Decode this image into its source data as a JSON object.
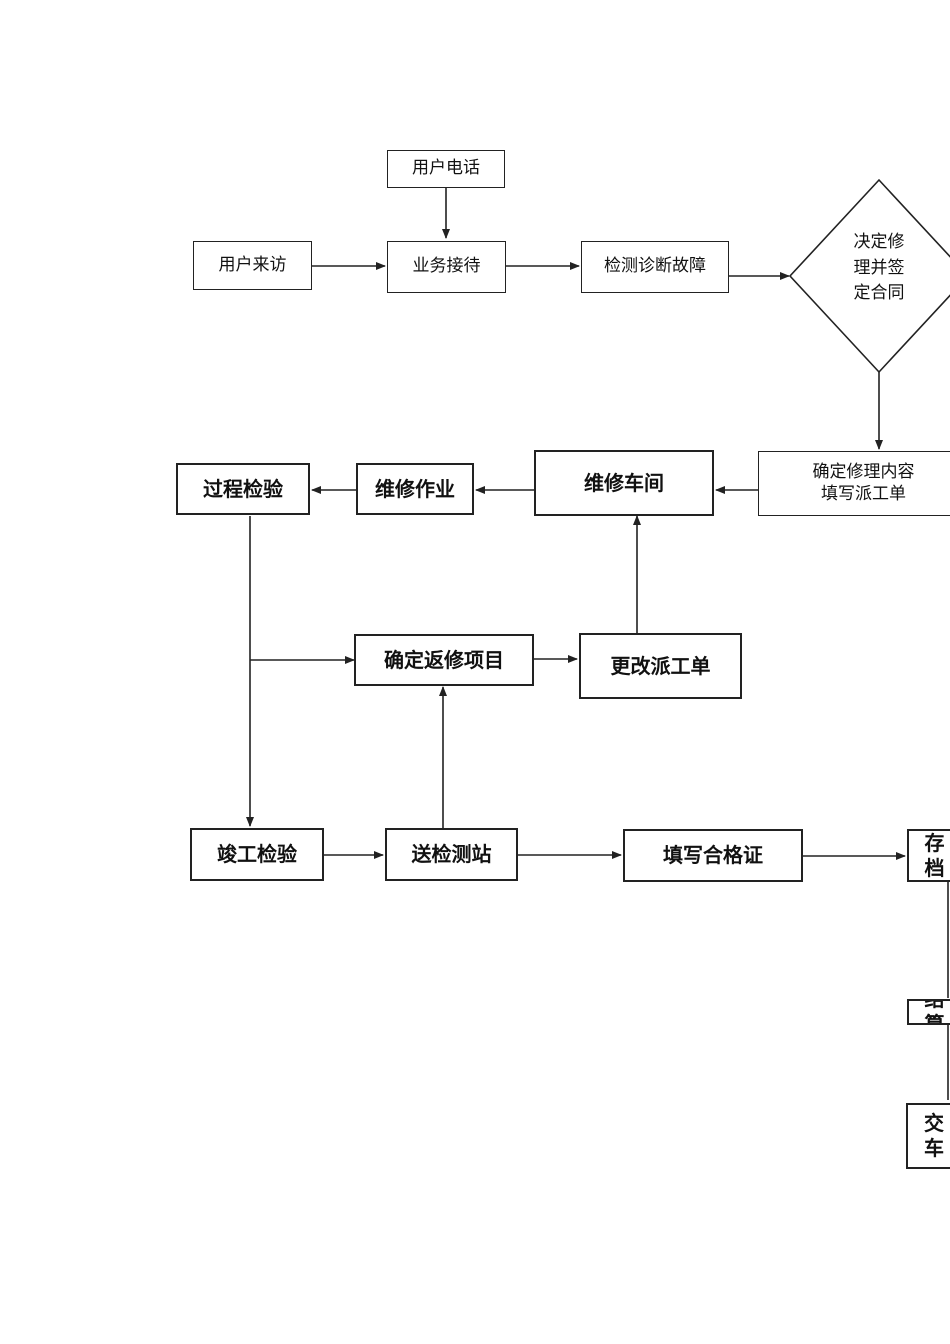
{
  "nodes": {
    "user_phone": "用户电话",
    "user_visit": "用户来访",
    "reception": "业务接待",
    "diagnose": "检测诊断故障",
    "decide": "决定修\n理并签\n定合同",
    "confirm_repair": "确定修理内容\n填写派工单",
    "workshop": "维修车间",
    "repair_work": "维修作业",
    "process_inspect": "过程检验",
    "rework": "确定返修项目",
    "change_order": "更改派工单",
    "final_inspect": "竣工检验",
    "test_station": "送检测站",
    "certificate": "填写合格证",
    "storage": "存档",
    "settle": "结算",
    "deliver": "交车"
  }
}
